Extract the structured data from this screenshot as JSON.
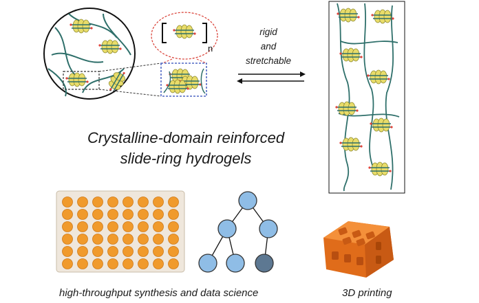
{
  "title_line1": "Crystalline-domain reinforced",
  "title_line2": "slide-ring hydrogels",
  "arrow_label": {
    "line1": "rigid",
    "line2": "and",
    "line3": "stretchable"
  },
  "repeat_subscript": "n",
  "captions": {
    "synthesis": "high-throughput synthesis and data science",
    "printing": "3D printing"
  },
  "colors": {
    "chain": "#2e6f6a",
    "ring": "#e8dc6a",
    "ring_stroke": "#8d8a30",
    "end_cap": "#e0443a",
    "well": "#f09a2c",
    "plate": "#efe7dc",
    "tree_node": "#8fbde6",
    "tree_node_dark": "#5d7892",
    "print": "#f07a22"
  },
  "plate": {
    "rows": 6,
    "cols": 8
  },
  "icons": [
    "well-plate-icon",
    "tree-icon",
    "3d-printed-lattice-icon"
  ]
}
